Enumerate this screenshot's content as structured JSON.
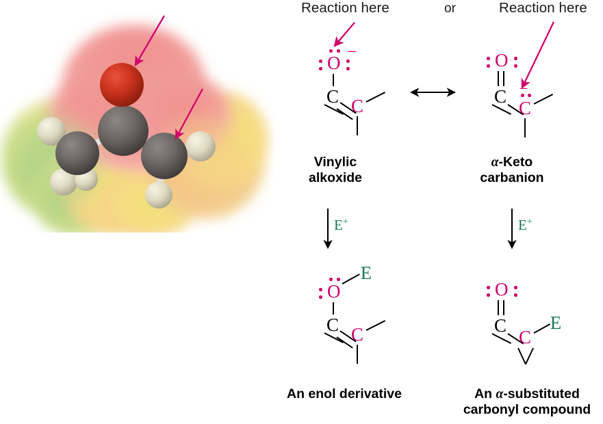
{
  "figure": {
    "kind": "organic-chemistry-resonance-scheme",
    "accent_magenta": "#d1006b",
    "accent_green": "#1a7a52",
    "text_black": "#000000"
  },
  "model": {
    "name": "electrostatic-potential-map",
    "description": "Electrostatic potential map of an enolate ion",
    "surface_colors": {
      "negative_red": "#f2908e",
      "neutral_yellow": "#f2e27a",
      "positive_green": "#a8cf84",
      "orange": "#f3b97a"
    },
    "atom_colors": {
      "oxygen": "#c4291c",
      "carbon": "#6e6a68",
      "hydrogen": "#e8e4cf",
      "bond": "#e6e4e2"
    },
    "pointer_arrows": 2
  },
  "header": {
    "reaction_here_left": "Reaction here",
    "or": "or",
    "reaction_here_right": "Reaction here"
  },
  "structures": {
    "vinylic_alkoxide": {
      "caption_line1": "Vinylic",
      "caption_line2": "alkoxide",
      "oxygen": "O",
      "carbon_black": "C",
      "carbon_magenta": "C",
      "charge": "–",
      "lone_pairs": 3
    },
    "keto_carbanion": {
      "caption_line1_prefix": "",
      "caption_alpha": "α",
      "caption_line1_rest": "-Keto",
      "caption_line2": "carbanion",
      "oxygen": "O",
      "carbon_black": "C",
      "carbon_magenta": "C",
      "charge": "–",
      "lone_pairs_oxygen": 2,
      "lone_pairs_carbon": 1
    },
    "enol_derivative": {
      "caption": "An enol derivative",
      "oxygen": "O",
      "carbon_black": "C",
      "carbon_magenta": "C",
      "electrophile": "E",
      "lone_pairs": 2
    },
    "alpha_substituted": {
      "caption_prefix": "An ",
      "caption_alpha": "α",
      "caption_rest": "-substituted",
      "caption_line2": "carbonyl compound",
      "oxygen": "O",
      "carbon_black": "C",
      "carbon_magenta": "C",
      "electrophile": "E",
      "lone_pairs_oxygen": 2
    }
  },
  "arrows": {
    "resonance_symbol": "⟷",
    "electrophile_label_left": "E",
    "electrophile_sup_left": "+",
    "electrophile_label_right": "E",
    "electrophile_sup_right": "+"
  }
}
